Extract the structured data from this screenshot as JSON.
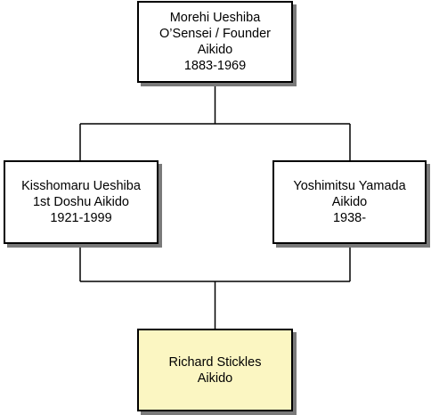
{
  "colors": {
    "node_fill": "#ffffff",
    "highlight_fill": "#fbf6c2",
    "border": "#000000",
    "shadow": "#7a7a7a"
  },
  "nodes": {
    "founder": {
      "line1": "Morehi Ueshiba",
      "line2": "O’Sensei / Founder",
      "line3": "Aikido",
      "line4": "1883-1969"
    },
    "kisshomaru": {
      "line1": "Kisshomaru Ueshiba",
      "line2": "1st Doshu Aikido",
      "line3": "1921-1999"
    },
    "yoshimitsu": {
      "line1": "Yoshimitsu Yamada",
      "line2": "Aikido",
      "line3": "1938-"
    },
    "richard": {
      "line1": "Richard Stickles",
      "line2": "Aikido",
      "highlighted": true
    }
  }
}
